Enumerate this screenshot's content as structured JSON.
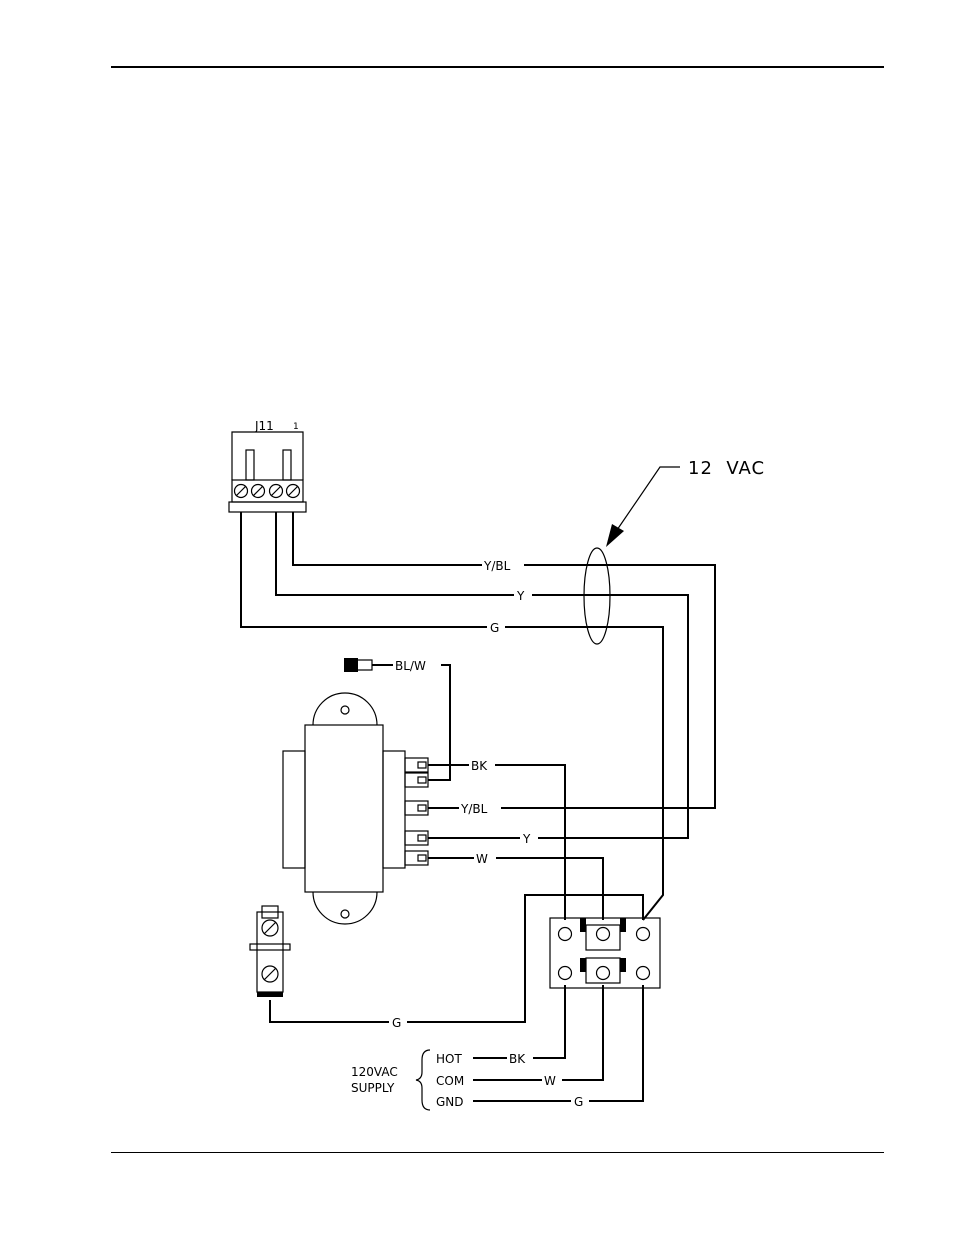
{
  "connector": {
    "name": "J11",
    "pin": "1"
  },
  "callout": "12  VAC",
  "wires": {
    "j11_ybl": "Y/BL",
    "j11_y": "Y",
    "j11_g": "G",
    "blw_cap": "BL/W",
    "tx_bk": "BK",
    "tx_ybl": "Y/BL",
    "tx_y": "Y",
    "tx_w": "W",
    "gnd_g": "G",
    "supply_hot": "BK",
    "supply_com": "W",
    "supply_gnd": "G"
  },
  "supply": {
    "title_line1": "120VAC",
    "title_line2": "SUPPLY",
    "hot": "HOT",
    "com": "COM",
    "gnd": "GND"
  }
}
